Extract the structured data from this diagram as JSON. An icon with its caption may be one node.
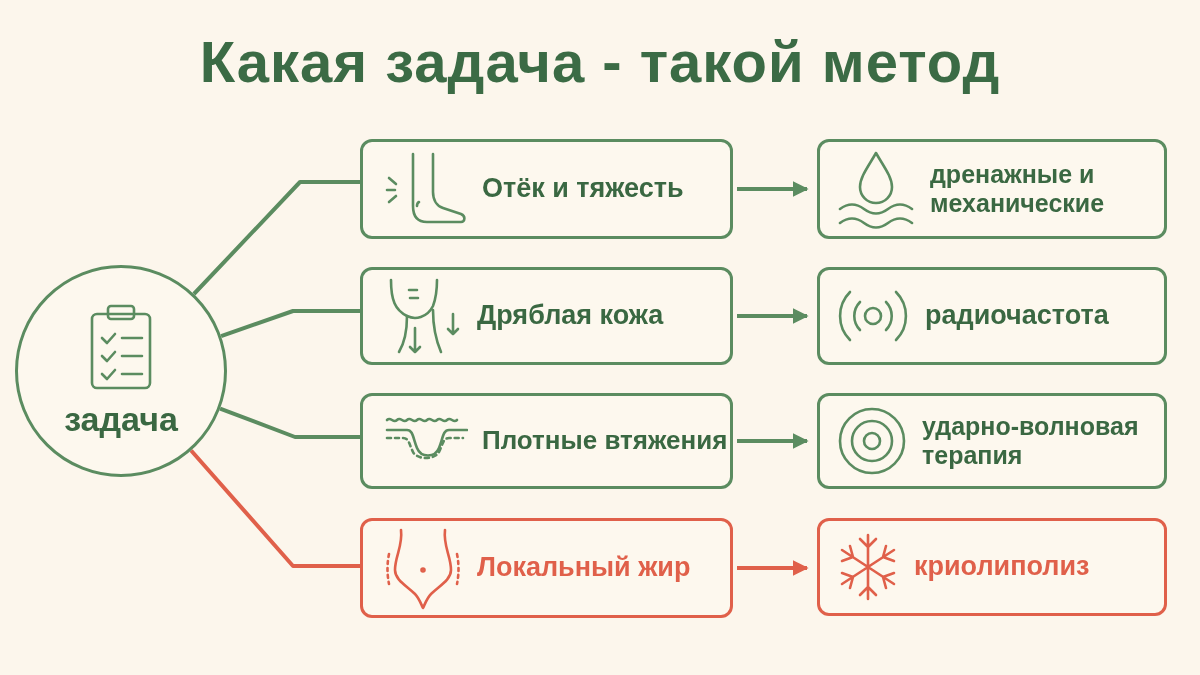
{
  "diagram": {
    "title": "Какая задача - такой метод",
    "nodes": [
      {
        "text": [
          "задача"
        ]
      },
      {
        "text": [
          "Отёк и тяжесть"
        ]
      },
      {
        "text": [
          "Дряблая кожа"
        ]
      },
      {
        "text": [
          "Плотные втяжения"
        ]
      },
      {
        "text": [
          "Локальный жир"
        ]
      },
      {
        "text": [
          "дренажные и механические"
        ]
      },
      {
        "text": [
          "радиочастота"
        ]
      },
      {
        "text": [
          "ударно-волновая терапия"
        ]
      },
      {
        "text": [
          "криолиполиз"
        ]
      }
    ],
    "edges": [
      {
        "from": 0,
        "to": 1,
        "arrow": "none"
      },
      {
        "from": 0,
        "to": 2,
        "arrow": "none"
      },
      {
        "from": 0,
        "to": 3,
        "arrow": "none"
      },
      {
        "from": 0,
        "to": 4,
        "arrow": "none",
        "color": "#e0604a"
      },
      {
        "from": 1,
        "to": 5,
        "arrow": "to"
      },
      {
        "from": 2,
        "to": 6,
        "arrow": "to"
      },
      {
        "from": 3,
        "to": 7,
        "arrow": "to"
      },
      {
        "from": 4,
        "to": 8,
        "arrow": "to",
        "color": "#e0604a"
      }
    ]
  }
}
